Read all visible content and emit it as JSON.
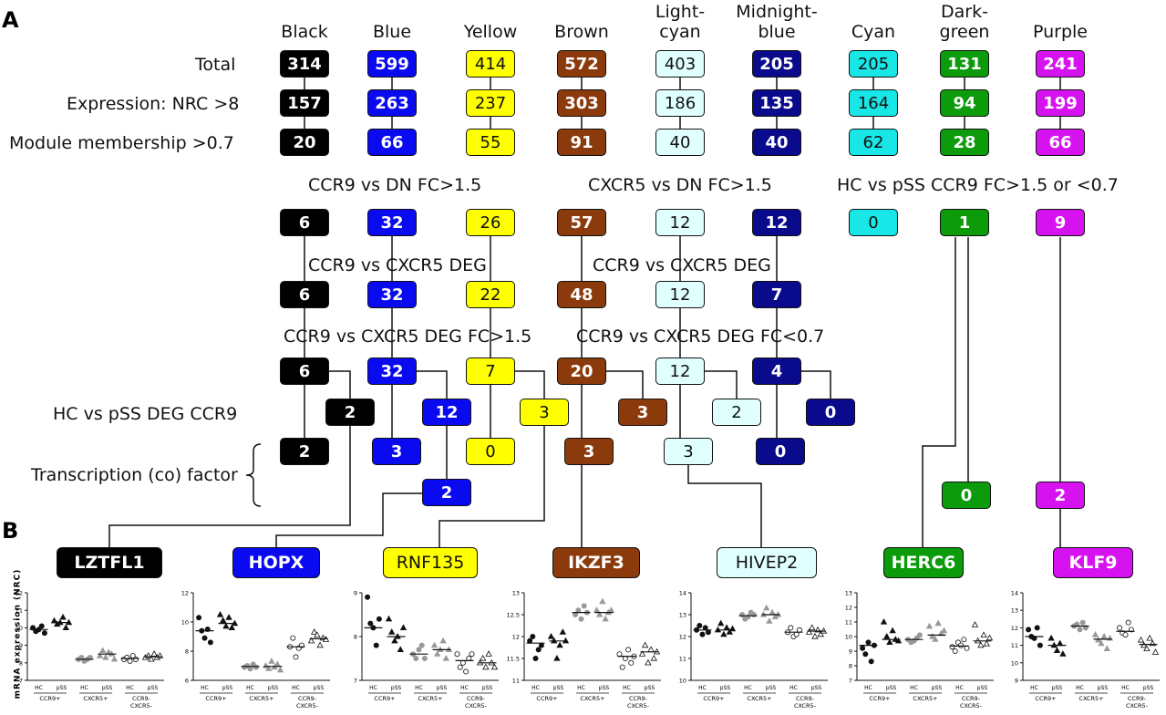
{
  "panel_labels": {
    "a": "A",
    "b": "B"
  },
  "colors": {
    "Black": "#000000",
    "Blue": "#0a0af0",
    "Yellow": "#ffff00",
    "Brown": "#8b3a0c",
    "Lightcyan": "#e0ffff",
    "Midnightblue": "#0a0a8c",
    "Cyan": "#19e6e6",
    "Darkgreen": "#0b9b0b",
    "Purple": "#d613f0"
  },
  "modules": [
    {
      "key": "Black",
      "l1": "",
      "l2": "Black"
    },
    {
      "key": "Blue",
      "l1": "",
      "l2": "Blue"
    },
    {
      "key": "Yellow",
      "l1": "",
      "l2": "Yellow"
    },
    {
      "key": "Brown",
      "l1": "",
      "l2": "Brown"
    },
    {
      "key": "Lightcyan",
      "l1": "Light-",
      "l2": "cyan"
    },
    {
      "key": "Midnightblue",
      "l1": "Midnight-",
      "l2": "blue"
    },
    {
      "key": "Cyan",
      "l1": "",
      "l2": "Cyan"
    },
    {
      "key": "Darkgreen",
      "l1": "Dark-",
      "l2": "green"
    },
    {
      "key": "Purple",
      "l1": "",
      "l2": "Purple"
    }
  ],
  "row_labels": {
    "total": "Total",
    "expression": "Expression: NRC >8",
    "membership": "Module membership >0.7",
    "ccr9_dn": "CCR9 vs DN FC>1.5",
    "cxcr5_dn": "CXCR5 vs DN FC>1.5",
    "hc_pss_ccr9": "HC vs pSS CCR9 FC>1.5 or <0.7",
    "deg1": "CCR9 vs CXCR5 DEG",
    "deg2": "CCR9 vs CXCR5 DEG",
    "degfc_up": "CCR9 vs CXCR5 DEG FC>1.5",
    "degfc_down": "CCR9 vs CXCR5 DEG FC<0.7",
    "hc_pss_deg": "HC vs pSS DEG CCR9",
    "tf": "Transcription (co) factor"
  },
  "rows": {
    "total": [
      "314",
      "599",
      "414",
      "572",
      "403",
      "205",
      "205",
      "131",
      "241"
    ],
    "expression": [
      "157",
      "263",
      "237",
      "303",
      "186",
      "135",
      "164",
      "94",
      "199"
    ],
    "membership": [
      "20",
      "66",
      "55",
      "91",
      "40",
      "40",
      "62",
      "28",
      "66"
    ],
    "fc": [
      "6",
      "32",
      "26",
      "57",
      "12",
      "12",
      "0",
      "1",
      "9"
    ],
    "deg": [
      "6",
      "32",
      "22",
      "48",
      "12",
      "7"
    ],
    "degfc": [
      "6",
      "32",
      "7",
      "20",
      "12",
      "4"
    ],
    "hcpss": [
      "2",
      "12",
      "3",
      "3",
      "2",
      "0"
    ],
    "tf": [
      "2",
      "3",
      "0",
      "3",
      "3",
      "0"
    ],
    "tf2": [
      "2",
      "0",
      "2"
    ]
  },
  "genes": [
    "LZTFL1",
    "HOPX",
    "RNF135",
    "IKZF3",
    "HIVEP2",
    "HERC6",
    "KLF9"
  ],
  "plots": {
    "ylabel": "mRNA expression (NRC)",
    "group_labels": [
      "CCR9+",
      "CXCR5+",
      "CCR9-\nCXCR5-"
    ],
    "sub_labels": [
      "HC",
      "pSS"
    ]
  },
  "chart_data": [
    {
      "type": "scatter",
      "gene": "LZTFL1",
      "ylim": [
        7,
        12
      ],
      "yticks": [
        7,
        8,
        9,
        10,
        11,
        12
      ],
      "groups": [
        [
          10.0,
          9.8,
          9.9,
          10.1,
          9.7
        ],
        [
          10.4,
          10.2,
          10.3,
          10.6,
          10.0,
          10.3
        ],
        [
          8.2,
          8.3,
          8.1,
          8.2,
          8.3
        ],
        [
          8.4,
          8.7,
          8.3,
          8.6,
          8.5,
          8.2
        ],
        [
          8.2,
          8.3,
          8.1,
          8.4,
          8.2
        ],
        [
          8.3,
          8.4,
          8.2,
          8.5,
          8.3,
          8.4
        ]
      ],
      "medians": [
        9.9,
        10.3,
        8.2,
        8.5,
        8.25,
        8.35
      ]
    },
    {
      "type": "scatter",
      "gene": "HOPX",
      "ylim": [
        6,
        12
      ],
      "yticks": [
        6,
        8,
        10,
        12
      ],
      "groups": [
        [
          10.3,
          9.4,
          8.9,
          9.5,
          8.6
        ],
        [
          10.5,
          10.1,
          9.7,
          10.3,
          9.6,
          9.9
        ],
        [
          6.9,
          7.0,
          6.8,
          7.1,
          6.9
        ],
        [
          7.0,
          6.8,
          7.3,
          6.9,
          7.1,
          6.7
        ],
        [
          8.3,
          8.9,
          7.6,
          8.2,
          8.4
        ],
        [
          8.7,
          9.3,
          9.1,
          8.4,
          8.9,
          8.8
        ]
      ],
      "medians": [
        9.4,
        9.9,
        6.95,
        6.95,
        8.3,
        8.85
      ]
    },
    {
      "type": "scatter",
      "gene": "RNF135",
      "ylim": [
        7,
        9
      ],
      "yticks": [
        7,
        8,
        9
      ],
      "groups": [
        [
          8.9,
          8.3,
          8.2,
          7.8,
          8.4
        ],
        [
          8.4,
          8.1,
          7.9,
          8.0,
          7.7,
          8.2
        ],
        [
          7.6,
          7.5,
          7.7,
          7.8,
          7.5
        ],
        [
          7.8,
          7.6,
          7.7,
          7.9,
          7.5,
          7.7
        ],
        [
          7.6,
          7.3,
          7.4,
          7.2,
          7.5,
          7.6
        ],
        [
          7.4,
          7.5,
          7.3,
          7.6,
          7.4,
          7.3
        ]
      ],
      "medians": [
        8.2,
        8.0,
        7.6,
        7.7,
        7.45,
        7.4
      ]
    },
    {
      "type": "scatter",
      "gene": "IKZF3",
      "ylim": [
        11.0,
        13.0
      ],
      "yticks": [
        11.0,
        11.5,
        12.0,
        12.5,
        13.0
      ],
      "groups": [
        [
          11.9,
          12.0,
          11.5,
          11.7,
          11.8
        ],
        [
          12.0,
          11.9,
          11.5,
          11.8,
          12.1,
          11.9
        ],
        [
          12.5,
          12.6,
          12.4,
          12.7,
          12.55
        ],
        [
          12.6,
          12.5,
          12.8,
          12.4,
          12.55,
          12.6
        ],
        [
          11.6,
          11.3,
          11.5,
          11.7,
          11.4,
          11.55
        ],
        [
          11.6,
          11.8,
          11.4,
          11.7,
          11.5,
          11.65
        ]
      ],
      "medians": [
        11.85,
        11.9,
        12.55,
        12.55,
        11.55,
        11.65
      ]
    },
    {
      "type": "scatter",
      "gene": "HIVEP2",
      "ylim": [
        10,
        14
      ],
      "yticks": [
        10,
        11,
        12,
        13,
        14
      ],
      "groups": [
        [
          12.3,
          12.5,
          12.1,
          12.4,
          12.2
        ],
        [
          12.3,
          12.6,
          12.1,
          12.4,
          12.2,
          12.35
        ],
        [
          13.0,
          12.8,
          12.9,
          13.1,
          13.0
        ],
        [
          13.0,
          13.3,
          12.7,
          13.1,
          12.9,
          13.0
        ],
        [
          12.2,
          12.4,
          12.0,
          12.1,
          12.3
        ],
        [
          12.2,
          12.4,
          12.0,
          12.3,
          12.1,
          12.25
        ]
      ],
      "medians": [
        12.3,
        12.3,
        12.95,
        13.0,
        12.2,
        12.25
      ]
    },
    {
      "type": "scatter",
      "gene": "HERC6",
      "ylim": [
        7,
        13
      ],
      "yticks": [
        7,
        8,
        9,
        10,
        11,
        12,
        13
      ],
      "groups": [
        [
          9.2,
          8.8,
          9.6,
          8.3,
          9.4
        ],
        [
          11.0,
          10.0,
          9.6,
          10.4,
          9.8,
          9.7
        ],
        [
          9.8,
          9.6,
          9.7,
          9.9,
          10.1
        ],
        [
          10.7,
          10.0,
          9.8,
          10.9,
          10.2,
          10.4
        ],
        [
          9.3,
          9.0,
          9.6,
          9.4,
          9.8,
          9.2
        ],
        [
          10.8,
          9.7,
          9.4,
          10.1,
          9.5,
          9.9
        ]
      ],
      "medians": [
        9.4,
        9.8,
        9.8,
        10.1,
        9.35,
        9.7
      ]
    },
    {
      "type": "scatter",
      "gene": "KLF9",
      "ylim": [
        9,
        14
      ],
      "yticks": [
        9,
        10,
        11,
        12,
        13,
        14
      ],
      "groups": [
        [
          11.9,
          11.5,
          11.4,
          12.0,
          11.0
        ],
        [
          11.4,
          11.0,
          10.7,
          11.1,
          10.5
        ],
        [
          12.1,
          12.2,
          11.9,
          12.3,
          12.0
        ],
        [
          11.6,
          11.3,
          11.1,
          11.5,
          10.8,
          11.4
        ],
        [
          12.0,
          11.7,
          11.6,
          12.3,
          11.9
        ],
        [
          11.3,
          11.0,
          10.8,
          11.4,
          11.1,
          10.6
        ]
      ],
      "medians": [
        11.5,
        11.0,
        12.1,
        11.35,
        11.8,
        11.05
      ]
    }
  ]
}
